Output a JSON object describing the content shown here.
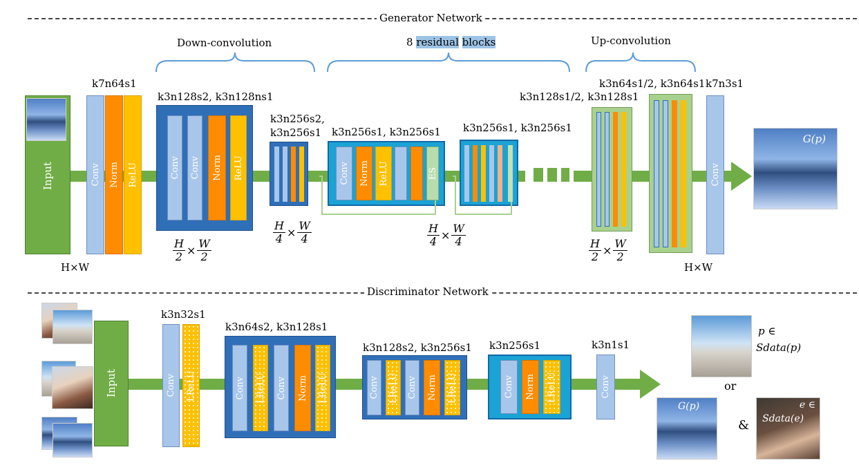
{
  "generator": {
    "title": "Generator Network",
    "down_conv": "Down-convolution",
    "residual_prefix": "8",
    "residual_highlight": "residual",
    "residual_suffix": "blocks",
    "up_conv": "Up-convolution",
    "k7n64s1": "k7n64s1",
    "k3n128": "k3n128s2, k3n128ns1",
    "k3n256a": "k3n256s2,",
    "k3n256b": "k3n256s1",
    "k3n256s1_pair1": "k3n256s1,  k3n256s1",
    "k3n256s1_pair2": "k3n256s1,  k3n256s1",
    "k3n128up": "k3n128s1/2, k3n128s1",
    "k3n64up": "k3n64s1/2, k3n64s1",
    "k7n3s1": "k7n3s1",
    "input": "Input",
    "conv": "Conv",
    "norm": "Norm",
    "relu": "ReLU",
    "es": "ES",
    "hxw_left": "H×W",
    "hxw_right": "H×W",
    "output_label": "G(p)"
  },
  "discriminator": {
    "title": "Discriminator Network",
    "input": "Input",
    "k3n32s1": "k3n32s1",
    "k3n64": "k3n64s2, k3n128s1",
    "k3n128": "k3n128s2, k3n256s1",
    "k3n256": "k3n256s1",
    "k3n1s1": "k3n1s1",
    "conv": "Conv",
    "norm": "Norm",
    "lrelu": "LReLU",
    "p_label": "p ∈",
    "s_data_p": "Sdata(p)",
    "or": "or",
    "amp": "&",
    "gp": "G(p)",
    "e_label": "e ∈",
    "s_data_e": "Sdata(e)"
  },
  "colors": {
    "pipe": "#70ad47",
    "block_blue": "#2f6fb8",
    "block_cyan": "#1aa3d4",
    "block_green": "#a9d18e",
    "conv": "#a8c6ea",
    "norm": "#ff8c00",
    "relu": "#ffc000",
    "bracket": "#5b9bd5",
    "skip": "#a9d18e"
  }
}
